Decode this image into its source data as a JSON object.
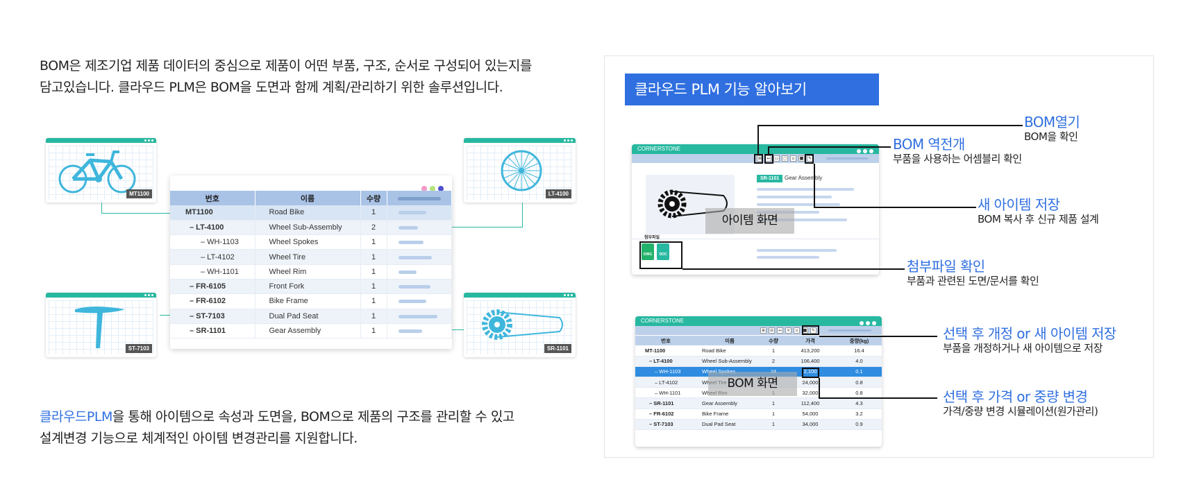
{
  "intro": {
    "line1": "BOM은 제조기업 제품 데이터의 중심으로 제품이 어떤 부품, 구조, 순서로 구성되어 있는지를",
    "line2": "담고있습니다. 클라우드 PLM은 BOM을 도면과 함께 계획/관리하기 위한 솔루션입니다."
  },
  "outro": {
    "highlight": "클라우드PLM",
    "line1_rest": "을 통해 아이템으로 속성과 도면을, BOM으로 제품의 구조를 관리할 수 있고",
    "line2": "설계변경 기능으로 체계적인 아이템 변경관리를 지원합니다."
  },
  "illustration": {
    "cards": [
      {
        "tag": "MT1100",
        "icon": "bicycle-icon"
      },
      {
        "tag": "LT-4100",
        "icon": "wheel-icon"
      },
      {
        "tag": "ST-7103",
        "icon": "seat-icon"
      },
      {
        "tag": "SR-1101",
        "icon": "gear-icon"
      }
    ],
    "table": {
      "headers": [
        "번호",
        "이름",
        "수량"
      ],
      "rows": [
        {
          "num": "MT1100",
          "name": "Road Bike",
          "qty": "1"
        },
        {
          "num": "– LT-4100",
          "name": "Wheel Sub-Assembly",
          "qty": "2"
        },
        {
          "num": "– WH-1103",
          "name": "Wheel Spokes",
          "qty": "1"
        },
        {
          "num": "– LT-4102",
          "name": "Wheel Tire",
          "qty": "1"
        },
        {
          "num": "– WH-1101",
          "name": "Wheel Rim",
          "qty": "1"
        },
        {
          "num": "– FR-6105",
          "name": "Front Fork",
          "qty": "1"
        },
        {
          "num": "– FR-6102",
          "name": "Bike Frame",
          "qty": "1"
        },
        {
          "num": "– ST-7103",
          "name": "Dual Pad Seat",
          "qty": "1"
        },
        {
          "num": "– SR-1101",
          "name": "Gear Assembly",
          "qty": "1"
        }
      ]
    }
  },
  "panel": {
    "title": "클라우드 PLM 기능 알아보기",
    "item_screen": {
      "brand": "CORNERSTONE",
      "badge": "SR-1101",
      "item_name": "Gear Assembly",
      "attach_label": "첨부파일",
      "file1": "DWG",
      "file2": "DOC",
      "overlay": "아이템 화면"
    },
    "bom_screen": {
      "brand": "CORNERSTONE",
      "overlay": "BOM 화면",
      "headers": [
        "번호",
        "이름",
        "수량",
        "가격",
        "중량(kg)"
      ],
      "rows": [
        {
          "num": "MT-1100",
          "name": "Road Bike",
          "qty": "1",
          "price": "413,200",
          "weight": "16.4"
        },
        {
          "num": "– LT-4100",
          "name": "Wheel Sub-Assembly",
          "qty": "2",
          "price": "106,400",
          "weight": "4.0"
        },
        {
          "num": "– WH-1103",
          "name": "Wheel Spokes",
          "qty": "24",
          "price": "2,100",
          "weight": "0.1"
        },
        {
          "num": "– LT-4102",
          "name": "Wheel Tire",
          "qty": "1",
          "price": "24,000",
          "weight": "0.8"
        },
        {
          "num": "– WH-1101",
          "name": "Wheel Rim",
          "qty": "1",
          "price": "32,000",
          "weight": "0.8"
        },
        {
          "num": "– SR-1101",
          "name": "Gear Assembly",
          "qty": "1",
          "price": "112,400",
          "weight": "4.3"
        },
        {
          "num": "– FR-6102",
          "name": "Bike Frame",
          "qty": "1",
          "price": "54,000",
          "weight": "3.2"
        },
        {
          "num": "– ST-7103",
          "name": "Dual Pad Seat",
          "qty": "1",
          "price": "34,000",
          "weight": "0.9"
        }
      ]
    },
    "callouts": {
      "bom_open": {
        "title": "BOM열기",
        "sub": "BOM을 확인"
      },
      "bom_reverse": {
        "title": "BOM 역전개",
        "sub": "부품을 사용하는 어셈블리 확인"
      },
      "save_new": {
        "title": "새 아이템 저장",
        "sub": "BOM 복사 후 신규 제품 설계"
      },
      "attachments": {
        "title": "첨부파일 확인",
        "sub": "부품과 관련된 도면/문서를 확인"
      },
      "revise": {
        "title": "선택 후 개정 or 새 아이템 저장",
        "sub": "부품을 개정하거나 새 아이템으로 저장"
      },
      "price_weight": {
        "title": "선택 후 가격 or 중량 변경",
        "sub": "가격/중량 변경 시뮬레이션(원가관리)"
      }
    }
  },
  "colors": {
    "accent": "#2f6fe0",
    "teal": "#27b8a0",
    "header": "#a9c3e6"
  }
}
